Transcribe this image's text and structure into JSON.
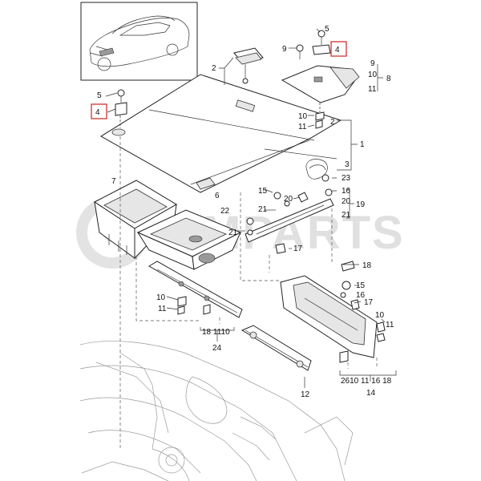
{
  "watermark": "OMPARTS",
  "callouts": {
    "n1": "1",
    "n2a": "2",
    "n2b": "2",
    "n3": "3",
    "n4a": "4",
    "n4b": "4",
    "n5a": "5",
    "n5b": "5",
    "n6": "6",
    "n7": "7",
    "n8": "8",
    "n9a": "9",
    "n9b": "9",
    "n10a": "10",
    "n10b": "10",
    "n10c": "10",
    "n10d": "10",
    "n11a": "11",
    "n11b": "11",
    "n11c": "11",
    "n11d": "11",
    "n12": "12",
    "n14": "14",
    "n15a": "15",
    "n15b": "15",
    "n16a": "16",
    "n16b": "16",
    "n17a": "17",
    "n17b": "17",
    "n18": "18",
    "n19": "19",
    "n20a": "20",
    "n20b": "20",
    "n21a": "21",
    "n21b": "21",
    "n21c": "21",
    "n22": "22",
    "n23": "23",
    "n24": "24",
    "g24": "18 1110",
    "g14": "2610 11   16 18"
  },
  "highlight_color": "#d1342f"
}
